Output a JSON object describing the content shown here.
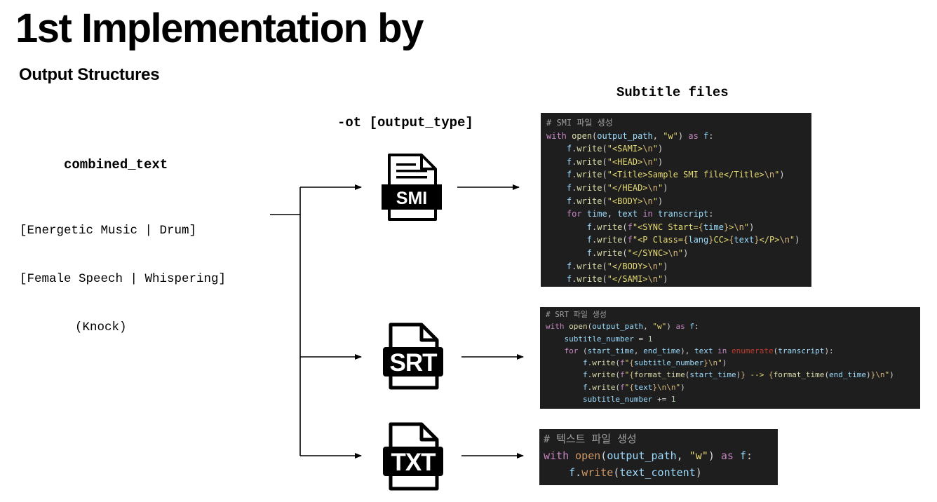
{
  "title": "1st Implementation by",
  "subtitle": "Output Structures",
  "input": {
    "label": "combined_text",
    "lines": [
      "[Energetic Music | Drum]",
      "[Female Speech | Whispering]",
      "(Knock)"
    ]
  },
  "option_label": "-ot [output_type]",
  "output_label": "Subtitle files",
  "icons": {
    "smi": "SMI",
    "srt": "SRT",
    "txt": "TXT"
  },
  "code": {
    "smi": [
      "# SMI 파일 생성",
      "with open(output_path, \"w\") as f:",
      "    f.write(\"<SAMI>\\n\")",
      "    f.write(\"<HEAD>\\n\")",
      "    f.write(\"<Title>Sample SMI file</Title>\\n\")",
      "    f.write(\"</HEAD>\\n\")",
      "    f.write(\"<BODY>\\n\")",
      "    for time, text in transcript:",
      "        f.write(f\"<SYNC Start={time}>\\n\")",
      "        f.write(f\"<P Class={lang}CC>{text}</P>\\n\")",
      "        f.write(\"</SYNC>\\n\")",
      "    f.write(\"</BODY>\\n\")",
      "    f.write(\"</SAMI>\\n\")"
    ],
    "srt": [
      "# SRT 파일 생성",
      "with open(output_path, \"w\") as f:",
      "    subtitle_number = 1",
      "    for (start_time, end_time), text in enumerate(transcript):",
      "        f.write(f\"{subtitle_number}\\n\")",
      "        f.write(f\"{format_time(start_time)} --> {format_time(end_time)}\\n\")",
      "        f.write(f\"{text}\\n\\n\")",
      "        subtitle_number += 1"
    ],
    "txt": [
      "# 텍스트 파일 생성",
      "with open(output_path, \"w\") as f:",
      "    f.write(text_content)"
    ]
  }
}
